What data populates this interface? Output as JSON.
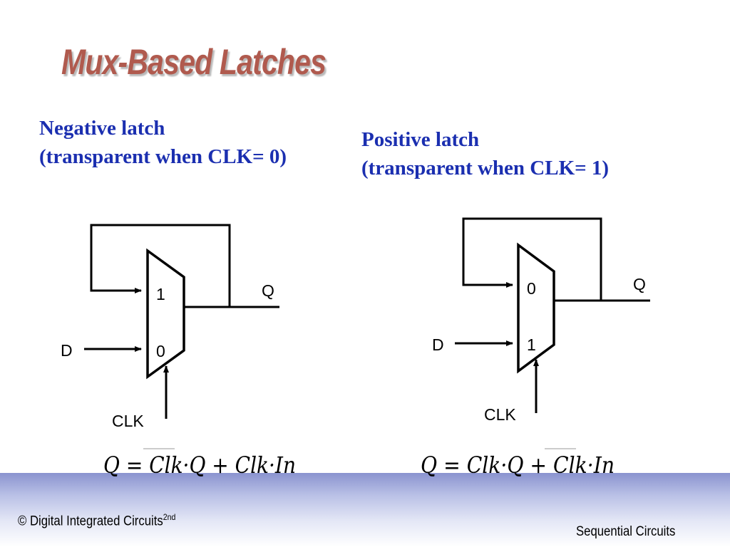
{
  "slide": {
    "title": "Mux-Based Latches"
  },
  "negative_latch": {
    "caption_line1": "Negative latch",
    "caption_line2": "(transparent when CLK= 0)",
    "mux_input_top": "1",
    "mux_input_bottom": "0",
    "input_label": "D",
    "output_label": "Q",
    "select_label": "CLK",
    "equation": "Q = Clk·Q + Clk·In"
  },
  "positive_latch": {
    "caption_line1": "Positive latch",
    "caption_line2": "(transparent when CLK= 1)",
    "mux_input_top": "0",
    "mux_input_bottom": "1",
    "input_label": "D",
    "output_label": "Q",
    "select_label": "CLK",
    "equation": "Q = Clk·Q + Clk·In"
  },
  "footer": {
    "left_text": "© Digital Integrated Circuits",
    "left_superscript": "2nd",
    "right_text": "Sequential Circuits"
  }
}
